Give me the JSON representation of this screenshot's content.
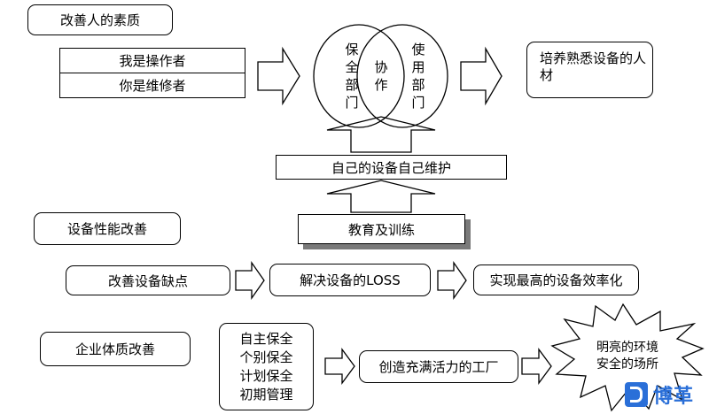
{
  "sections": {
    "people": "改善人的素质",
    "equipment": "设备性能改善",
    "corporate": "企业体质改善"
  },
  "roles": {
    "operator": "我是操作者",
    "maintainer": "你是维修者"
  },
  "venn": {
    "left": "保全部门",
    "middle": "协作",
    "right": "使用部门"
  },
  "result_people": "培养熟悉设备的人材",
  "self_maintenance": "自己的设备自己维护",
  "education": "教育及训练",
  "equipment_flow": {
    "step1": "改善设备缺点",
    "step2": "解决设备的LOSS",
    "step3": "实现最高的设备效率化"
  },
  "maintenance_types": [
    "自主保全",
    "个别保全",
    "计划保全",
    "初期管理"
  ],
  "vibrant_factory": "创造充满活力的工厂",
  "burst_text": [
    "明亮的环境",
    "安全的场所"
  ],
  "logo_text": "博革",
  "colors": {
    "line": "#000000",
    "shadow": "#7a7a7a",
    "logo": "#2a6fd8"
  }
}
